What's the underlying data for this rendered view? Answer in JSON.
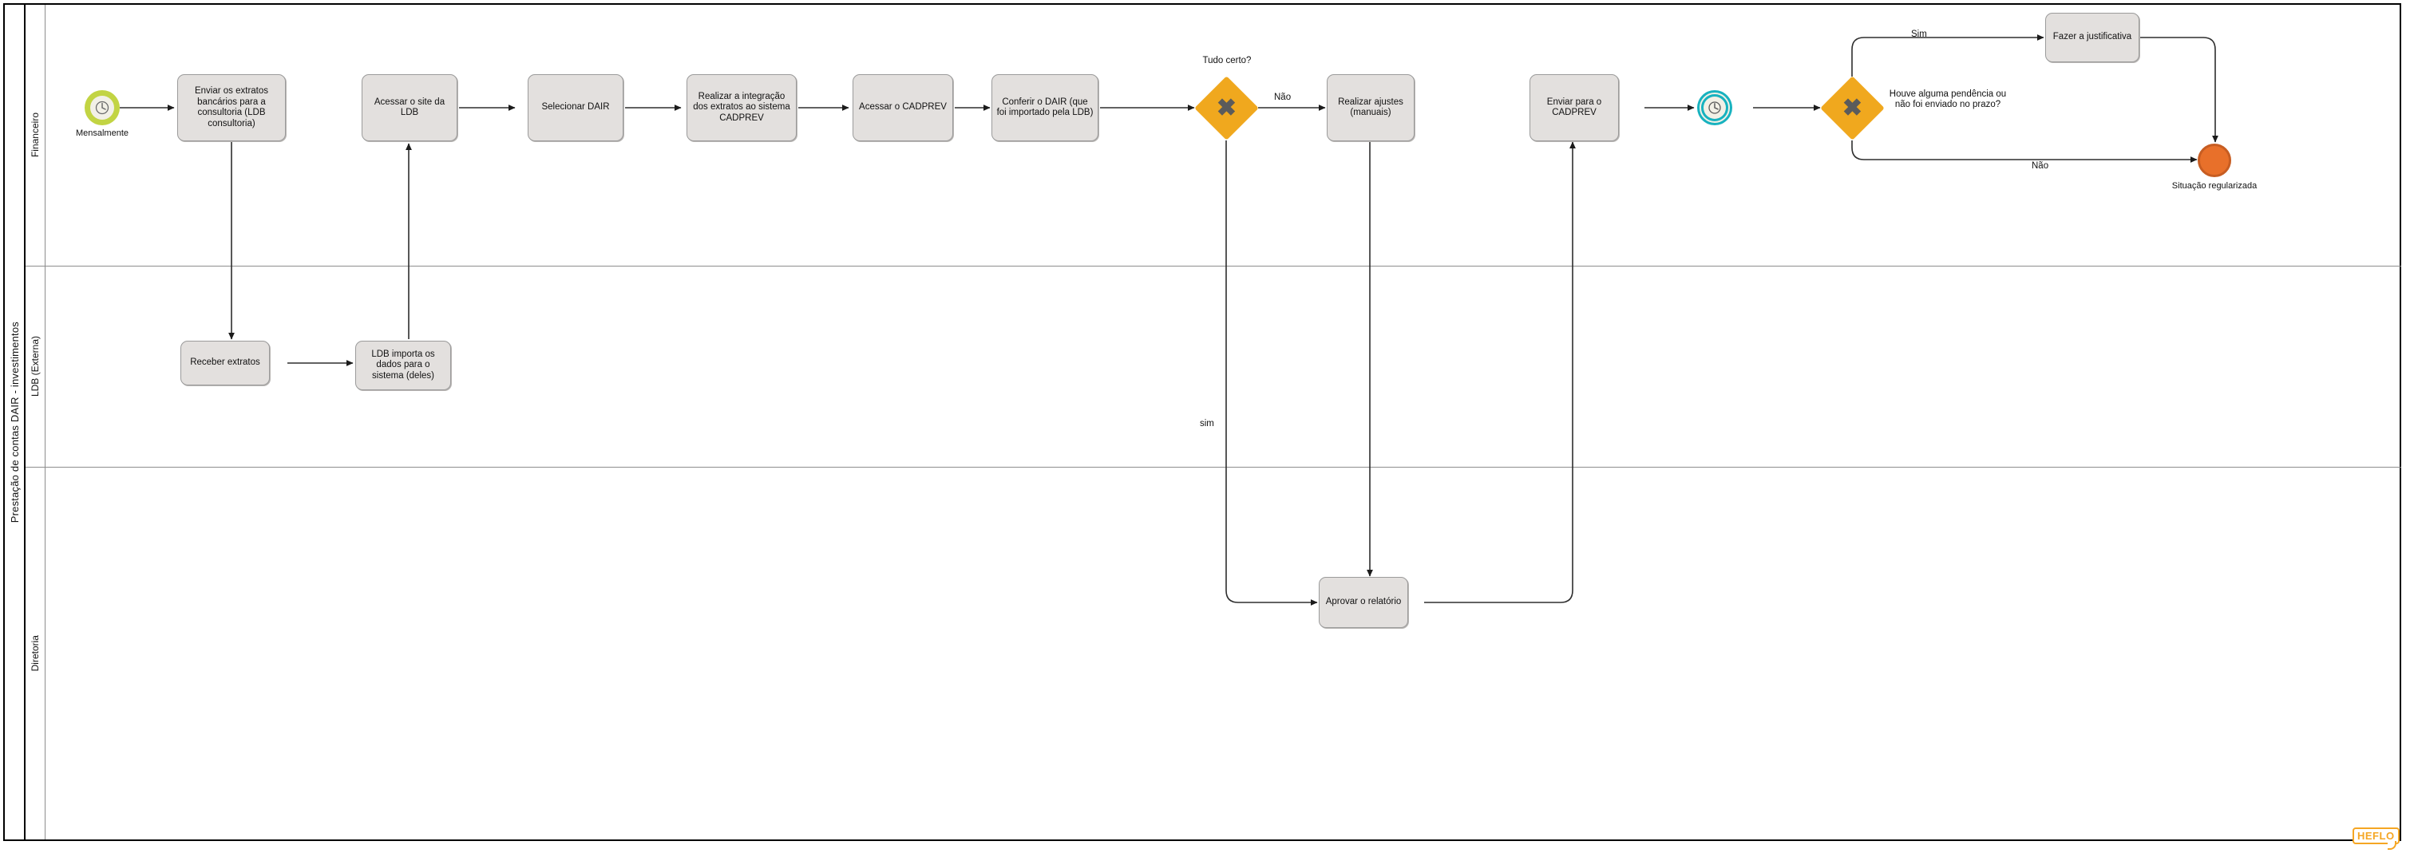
{
  "pool": {
    "title": "Prestação de contas DAIR - investimentos",
    "lanes": [
      {
        "name": "Financeiro"
      },
      {
        "name": "LDB (Externa)"
      },
      {
        "name": "Diretoria"
      }
    ]
  },
  "events": {
    "start": {
      "label": "Mensalmente",
      "icon": "timer-clock-icon",
      "color": "#c2d443"
    },
    "intermediate": {
      "label": "",
      "icon": "timer-clock-icon",
      "color": "#17b2bf"
    },
    "end": {
      "label": "Situação regularizada",
      "icon": "end-event-icon",
      "color": "#e8702a"
    }
  },
  "tasks": [
    {
      "id": "t1",
      "label": "Enviar os extratos bancários para a consultoria (LDB consultoria)"
    },
    {
      "id": "t2",
      "label": "Acessar o site da LDB"
    },
    {
      "id": "t3",
      "label": "Selecionar DAIR"
    },
    {
      "id": "t4",
      "label": "Realizar a integração dos extratos ao sistema CADPREV"
    },
    {
      "id": "t5",
      "label": "Acessar o CADPREV"
    },
    {
      "id": "t6",
      "label": "Conferir o DAIR (que foi importado pela LDB)"
    },
    {
      "id": "t7",
      "label": "Realizar ajustes (manuais)"
    },
    {
      "id": "t8",
      "label": "Enviar para o CADPREV"
    },
    {
      "id": "t9",
      "label": "Fazer a justificativa"
    },
    {
      "id": "t10",
      "label": "Receber extratos"
    },
    {
      "id": "t11",
      "label": "LDB importa os dados para o sistema (deles)"
    },
    {
      "id": "t12",
      "label": "Aprovar o relatório"
    }
  ],
  "gateways": [
    {
      "id": "g1",
      "label": "Tudo certo?",
      "symbol": "✖"
    },
    {
      "id": "g2",
      "label": "Houve alguma pendência ou não foi enviado no prazo?",
      "symbol": "✖"
    }
  ],
  "flow_labels": [
    {
      "id": "f_nao1",
      "text": "Não"
    },
    {
      "id": "f_sim1",
      "text": "sim"
    },
    {
      "id": "f_sim2",
      "text": "Sim"
    },
    {
      "id": "f_nao2",
      "text": "Não"
    }
  ],
  "watermark": {
    "text": "HEFLO",
    "color": "#f5a623"
  }
}
